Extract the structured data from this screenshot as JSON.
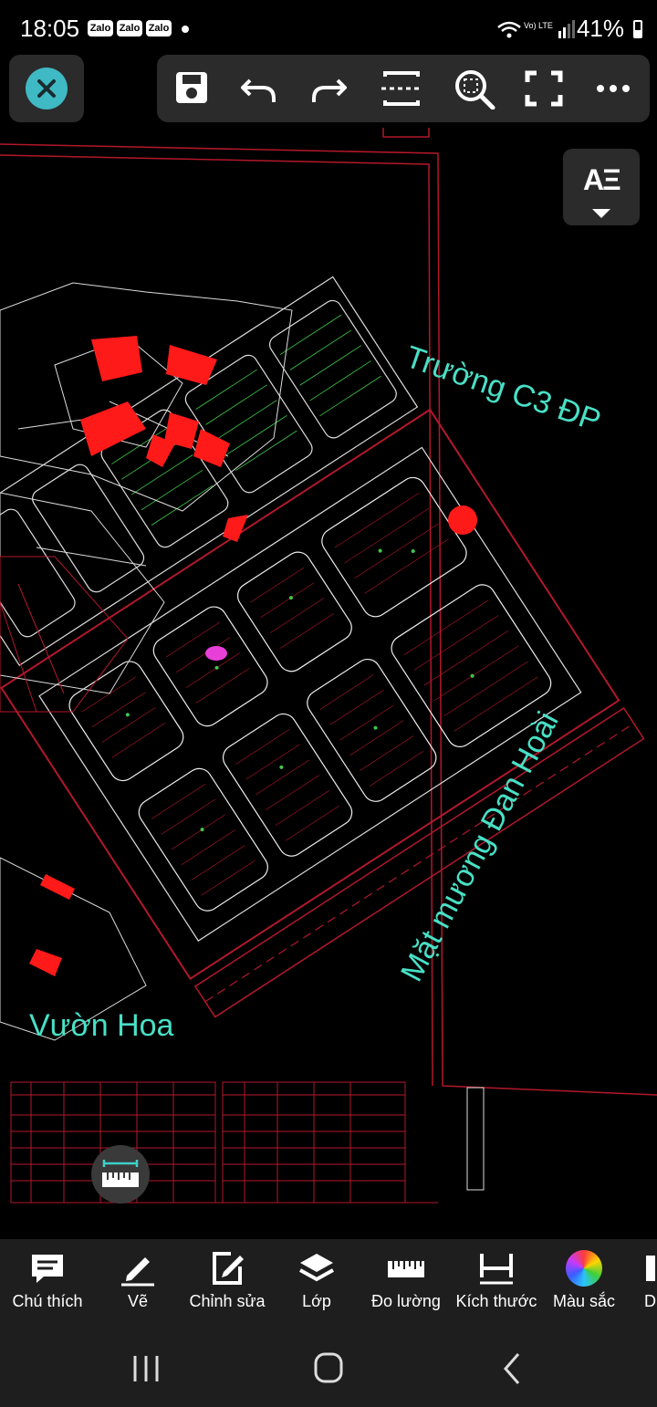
{
  "status": {
    "time": "18:05",
    "notifications": [
      "Zalo",
      "Zalo",
      "Zalo"
    ],
    "signal_text": "Vo) LTE",
    "battery": "41%"
  },
  "toolbar": {
    "close": "close-icon",
    "items": [
      "save-icon",
      "undo-icon",
      "redo-icon",
      "fit-width-icon",
      "zoom-icon",
      "fullscreen-icon",
      "more-icon"
    ]
  },
  "ae_button": {
    "label": "AΞ"
  },
  "map_labels": {
    "school": "Trường C3 ĐP",
    "canal": "Mặt mương Đan Hoài",
    "garden": "Vườn Hoa"
  },
  "accent_colors": {
    "teal_label": "#48e0c6",
    "red_plot": "#ff1a1a",
    "cad_red": "#b2182b",
    "close_circle": "#3fb9c4"
  },
  "bottom_tools": [
    {
      "label": "Chú thích",
      "icon": "comment-icon"
    },
    {
      "label": "Vẽ",
      "icon": "pencil-icon"
    },
    {
      "label": "Chỉnh sửa",
      "icon": "edit-icon"
    },
    {
      "label": "Lớp",
      "icon": "layers-icon"
    },
    {
      "label": "Đo lường",
      "icon": "ruler-icon"
    },
    {
      "label": "Kích thước",
      "icon": "dimension-icon"
    },
    {
      "label": "Màu sắc",
      "icon": "color-wheel-icon"
    },
    {
      "label": "Dự",
      "icon": "more-tool-icon"
    }
  ]
}
